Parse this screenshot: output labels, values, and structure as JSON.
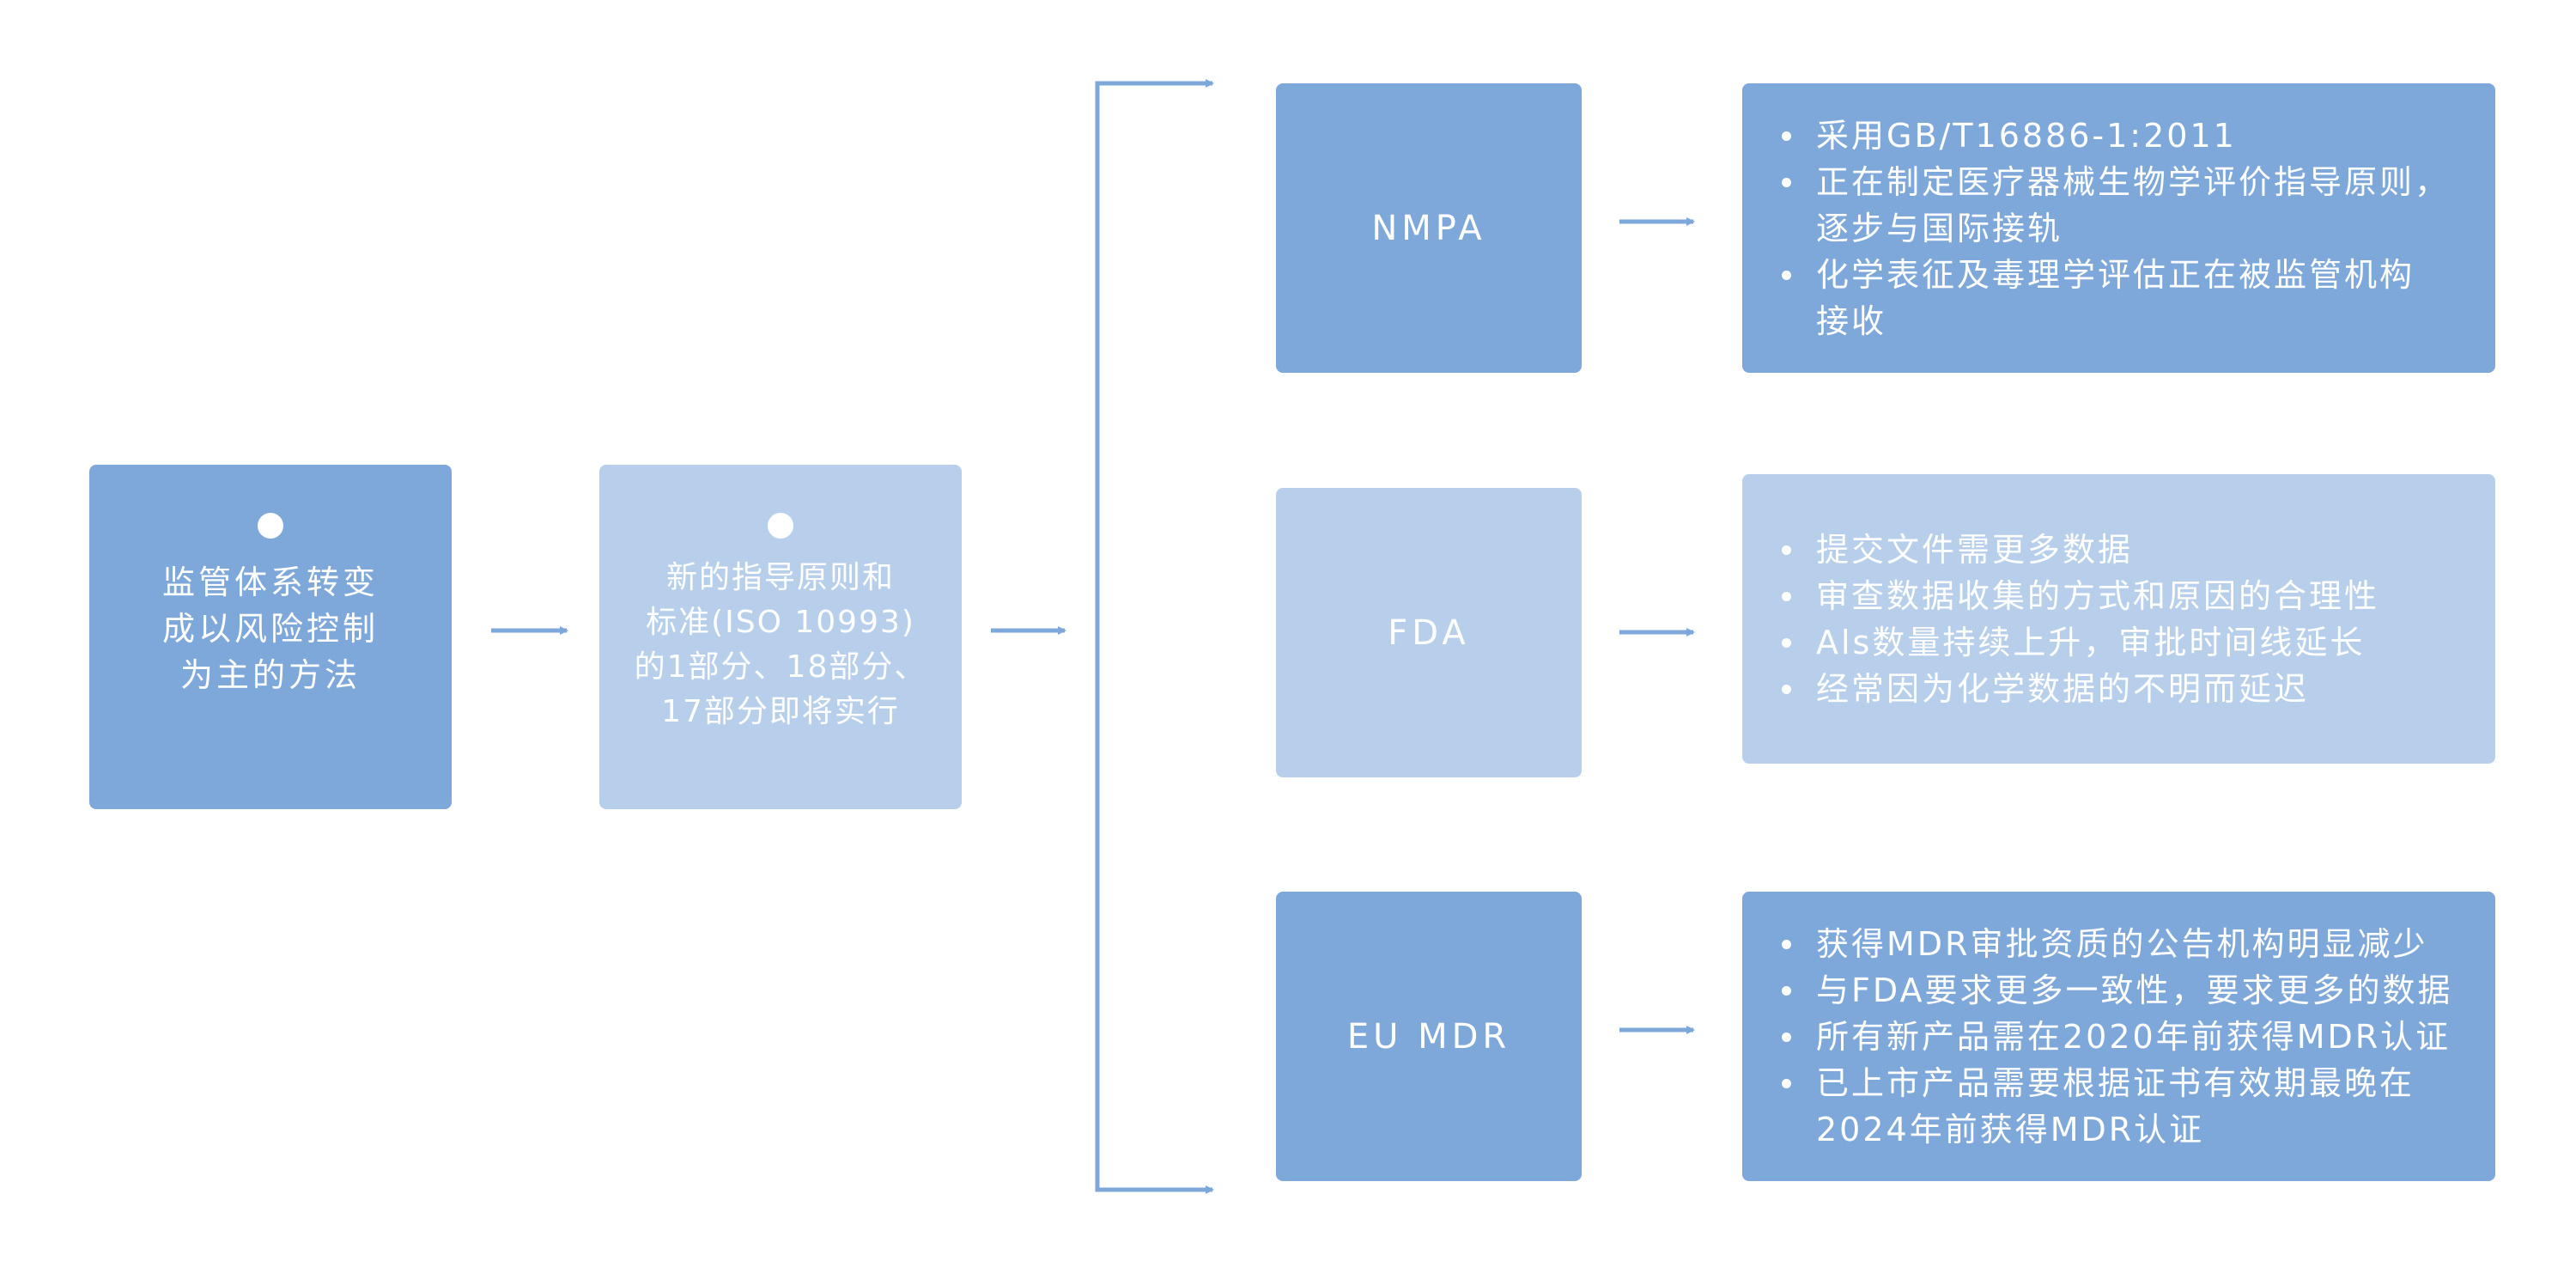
{
  "colors": {
    "box_dark": "#7fa8da",
    "box_light": "#b8cfeb",
    "connector": "#7fa8da",
    "text": "#ffffff"
  },
  "step1": {
    "text": "监管体系转变\n成以风险控制\n为主的方法"
  },
  "step2": {
    "text": "新的指导原则和\n标准(ISO 10993)\n的1部分、18部分、\n17部分即将实行"
  },
  "regulators": [
    {
      "label": "NMPA",
      "details": [
        "采用GB/T16886-1:2011",
        "正在制定医疗器械生物学评价指导原则，\n逐步与国际接轨",
        "化学表征及毒理学评估正在被监管机构\n接收"
      ]
    },
    {
      "label": "FDA",
      "details": [
        "提交文件需更多数据",
        "审查数据收集的方式和原因的合理性",
        "Als数量持续上升，审批时间线延长",
        "经常因为化学数据的不明而延迟"
      ]
    },
    {
      "label": "EU MDR",
      "details": [
        "获得MDR审批资质的公告机构明显减少",
        "与FDA要求更多一致性，要求更多的数据",
        "所有新产品需在2020年前获得MDR认证",
        "已上市产品需要根据证书有效期最晚在\n2024年前获得MDR认证"
      ]
    }
  ]
}
